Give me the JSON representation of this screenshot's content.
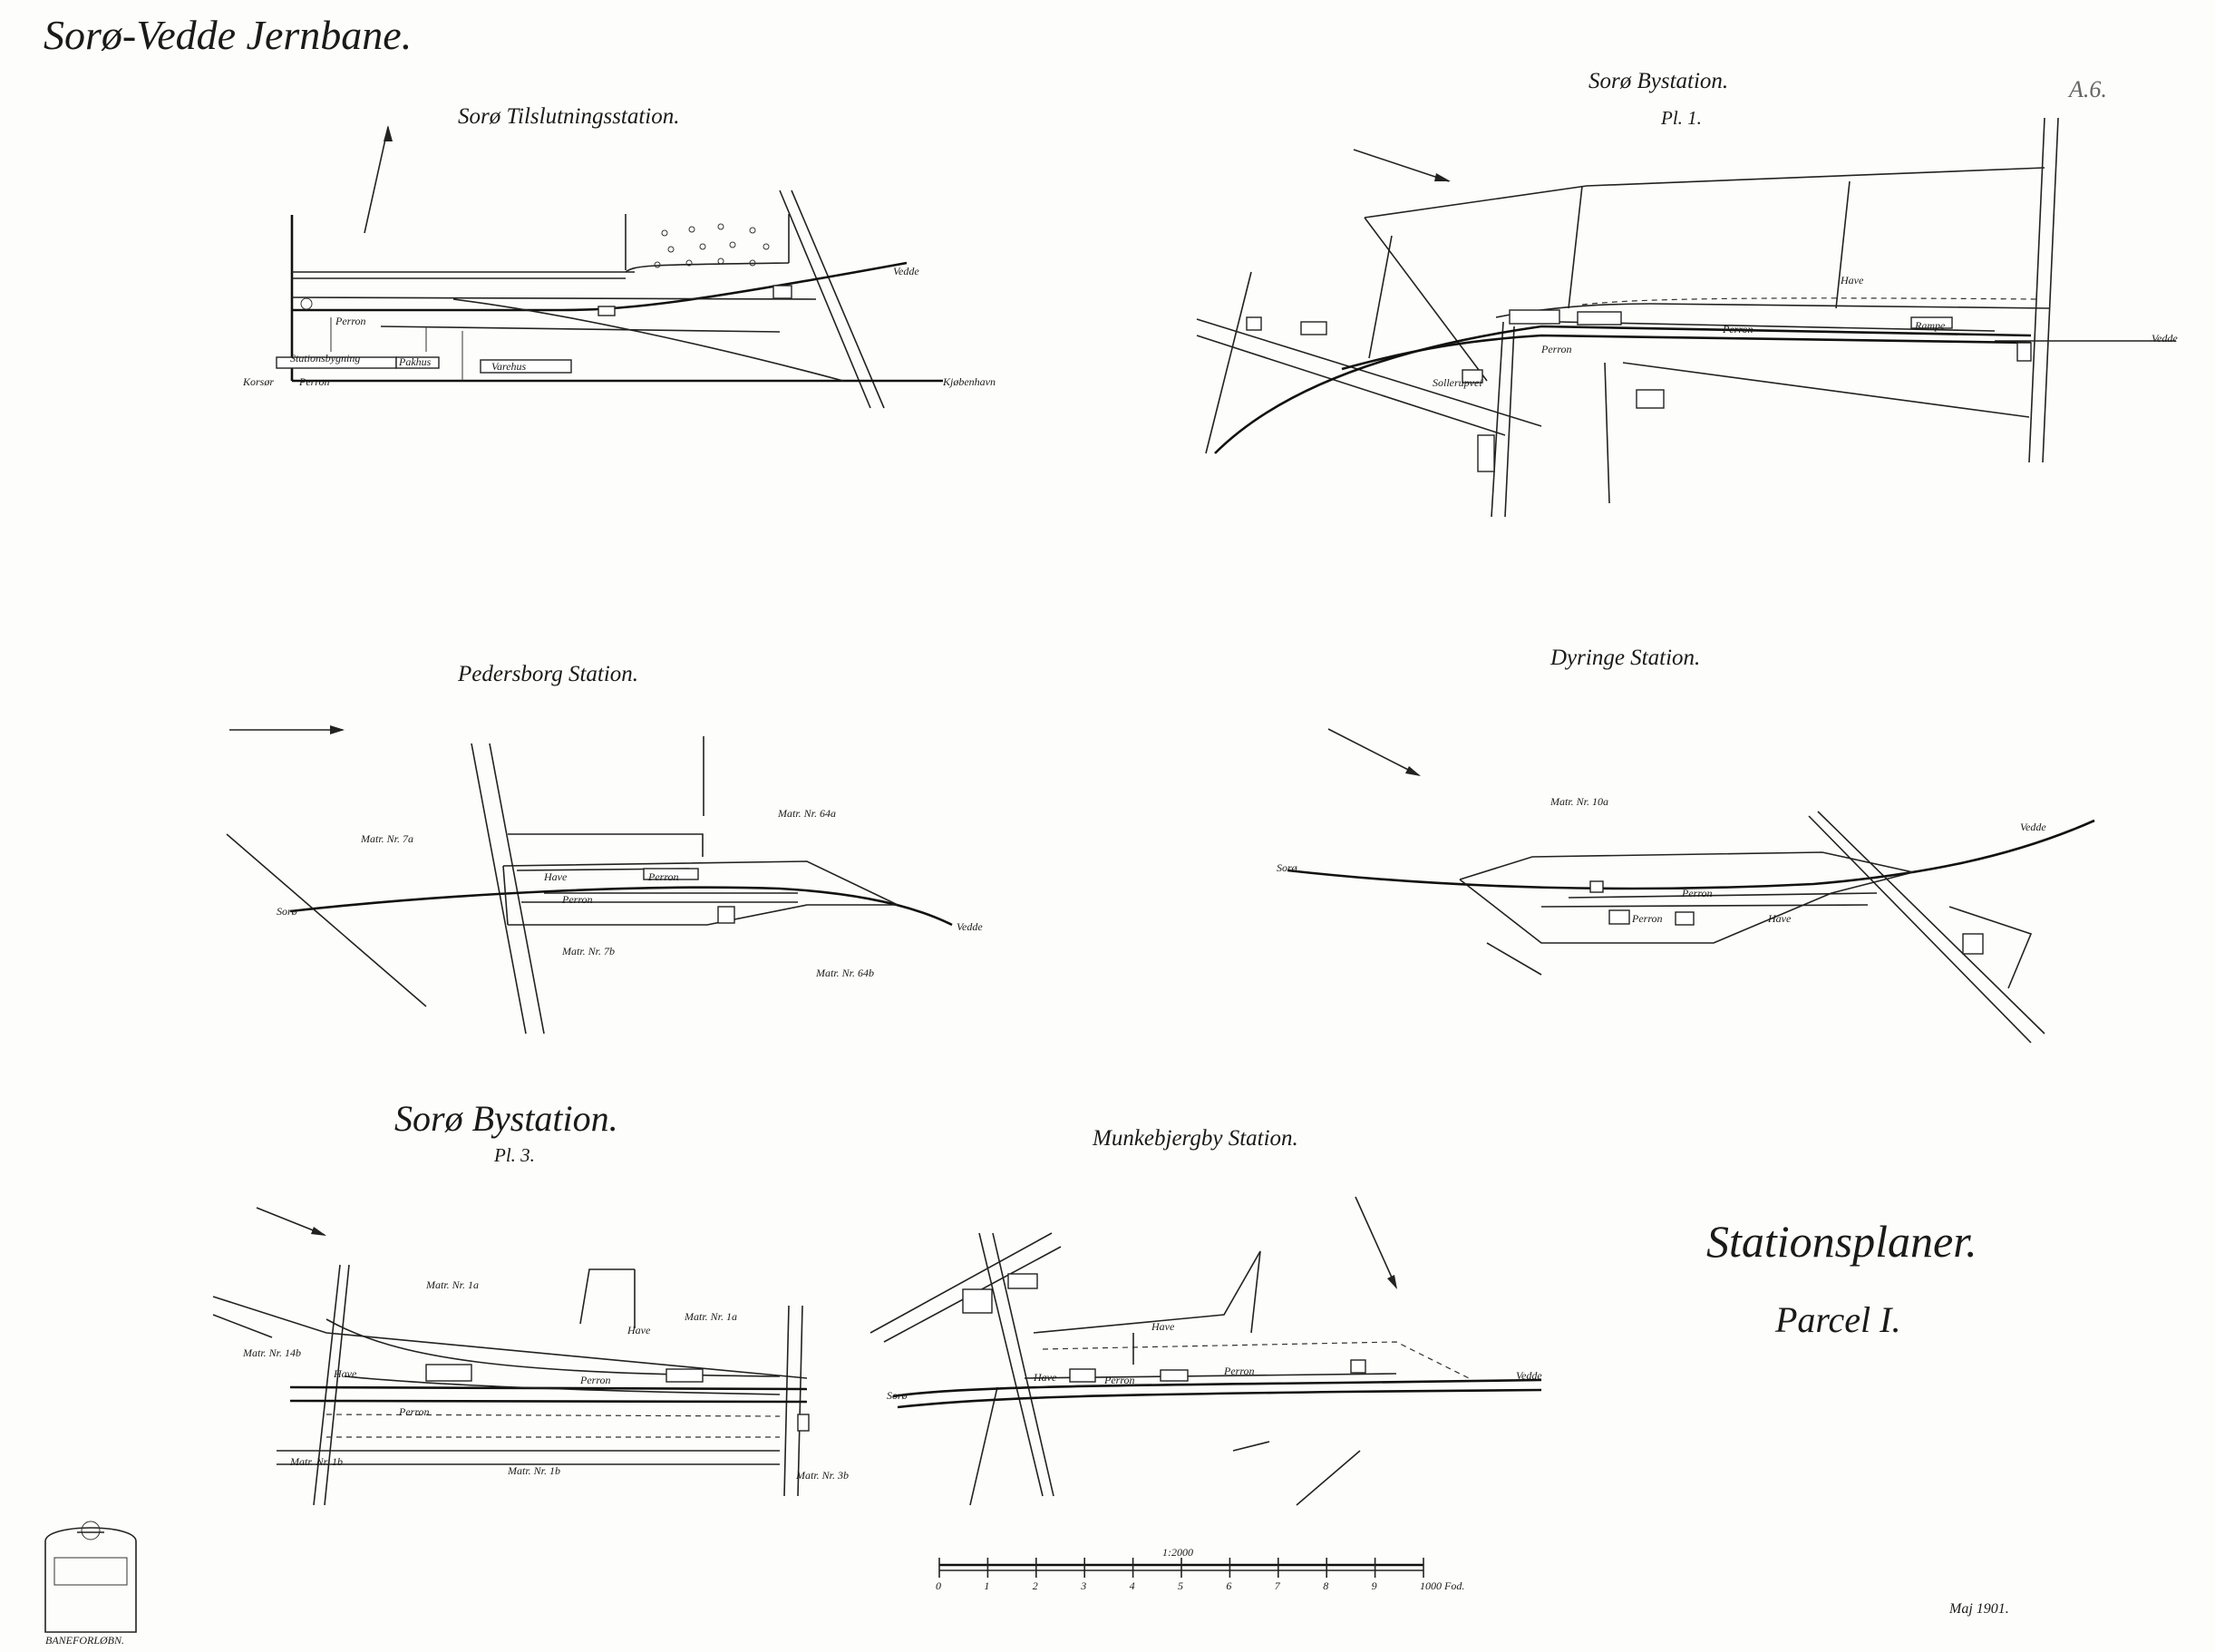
{
  "sheet_title": "Sorø-Vedde Jernbane.",
  "corner_mark": "A.6.",
  "date": "Maj 1901.",
  "summary": {
    "title": "Stationsplaner.",
    "subtitle": "Parcel I."
  },
  "plans": {
    "tilslutning": {
      "title": "Sorø Tilslutningsstation.",
      "labels": [
        "Stationsbygning",
        "Pakhus",
        "Varehus",
        "Perron",
        "Perron",
        "Vedde",
        "Kjøbenhavn",
        "Korsør"
      ]
    },
    "bystation1": {
      "title": "Sorø Bystation.",
      "subtitle": "Pl. 1.",
      "labels": [
        "Vedde",
        "Perron",
        "Perron",
        "Rampe",
        "Have",
        "Sollerupvei"
      ]
    },
    "pedersborg": {
      "title": "Pedersborg Station.",
      "labels": [
        "Matr. Nr. 7a",
        "Matr. Nr. 7b",
        "Matr. Nr. 64a",
        "Matr. Nr. 64b",
        "Sorø",
        "Vedde",
        "Have",
        "Perron",
        "Perron"
      ]
    },
    "dyringe": {
      "title": "Dyringe Station.",
      "labels": [
        "Matr. Nr. 10a",
        "Sorø",
        "Vedde",
        "Have",
        "Perron",
        "Perron"
      ]
    },
    "bystation3": {
      "title": "Sorø Bystation.",
      "subtitle": "Pl. 3.",
      "labels": [
        "Matr. Nr. 1a",
        "Matr. Nr. 1a",
        "Matr. Nr. 1b",
        "Matr. Nr. 1b",
        "Matr. Nr. 14b",
        "Matr. Nr. 3b",
        "Have",
        "Have",
        "Perron",
        "Perron"
      ]
    },
    "munkebjergby": {
      "title": "Munkebjergby Station.",
      "labels": [
        "Sorø",
        "Vedde",
        "Have",
        "Have",
        "Perron",
        "Perron"
      ]
    }
  },
  "scale_bar": {
    "label": "1:2000",
    "ticks": [
      "0",
      "1",
      "2",
      "3",
      "4",
      "5",
      "6",
      "7",
      "8",
      "9",
      "1000 Fod."
    ]
  },
  "stamp": {
    "text": "BANEFORLØBN."
  }
}
